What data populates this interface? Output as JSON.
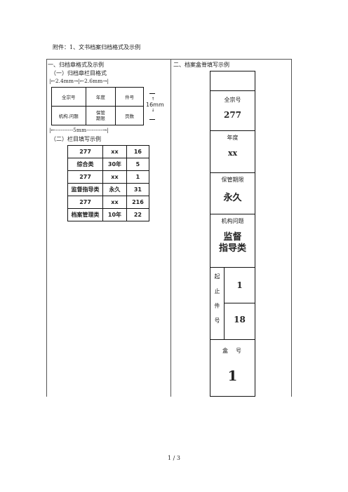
{
  "header": {
    "attachment_title": "附件：1、文书档案归档格式及示例"
  },
  "left": {
    "section_title": "一、归档章格式及示例",
    "sub1": "（一）归档章栏目格式",
    "dim_top_left": "←2.4mm→",
    "dim_top_right": "←2.6mm→",
    "dim_side": "16mm",
    "dim_bottom": "←----------5mm---------→",
    "stamp": {
      "r1c1": "全宗号",
      "r1c2": "年度",
      "r1c3": "件号",
      "r2c1": "机构.问题",
      "r2c2a": "保管",
      "r2c2b": "期限",
      "r2c3": "页数"
    },
    "sub2": "（二）栏目填写示例",
    "fill_rows": [
      [
        "277",
        "xx",
        "16"
      ],
      [
        "综合类",
        "30年",
        "5"
      ],
      [
        "277",
        "xx",
        "1"
      ],
      [
        "监督指导类",
        "永久",
        "31"
      ],
      [
        "277",
        "xx",
        "216"
      ],
      [
        "档案管理类",
        "10年",
        "22"
      ]
    ]
  },
  "right": {
    "section_title": "二、档案盒脊填写示例",
    "spine": {
      "fonds_label": "全宗号",
      "fonds_value": "277",
      "year_label": "年度",
      "year_value": "xx",
      "retention_label": "保管期限",
      "retention_value": "永久",
      "org_label": "机构问题",
      "org_value_1": "监督",
      "org_value_2": "指导类",
      "range_label_1": "起",
      "range_label_2": "止",
      "range_label_3": "件",
      "range_label_4": "号",
      "range_start": "1",
      "range_end": "18",
      "box_label_1": "盒",
      "box_label_2": "号",
      "box_value": "1"
    }
  },
  "footer": {
    "page": "1 / 3"
  }
}
